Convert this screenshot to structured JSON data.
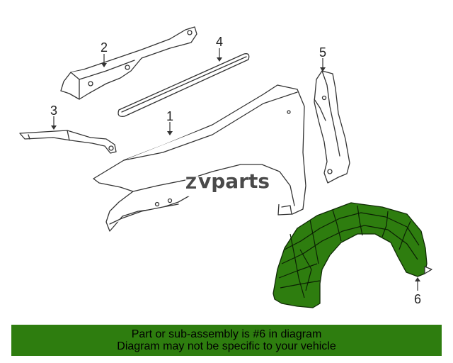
{
  "callouts": [
    "1",
    "2",
    "3",
    "4",
    "5",
    "6"
  ],
  "watermark": {
    "mark": "Z",
    "text": "vparts"
  },
  "highlight_color": "#2e7d0f",
  "banner": {
    "line1": "Part or sub-assembly is #6 in diagram",
    "line2": "Diagram may not be specific to your vehicle"
  }
}
